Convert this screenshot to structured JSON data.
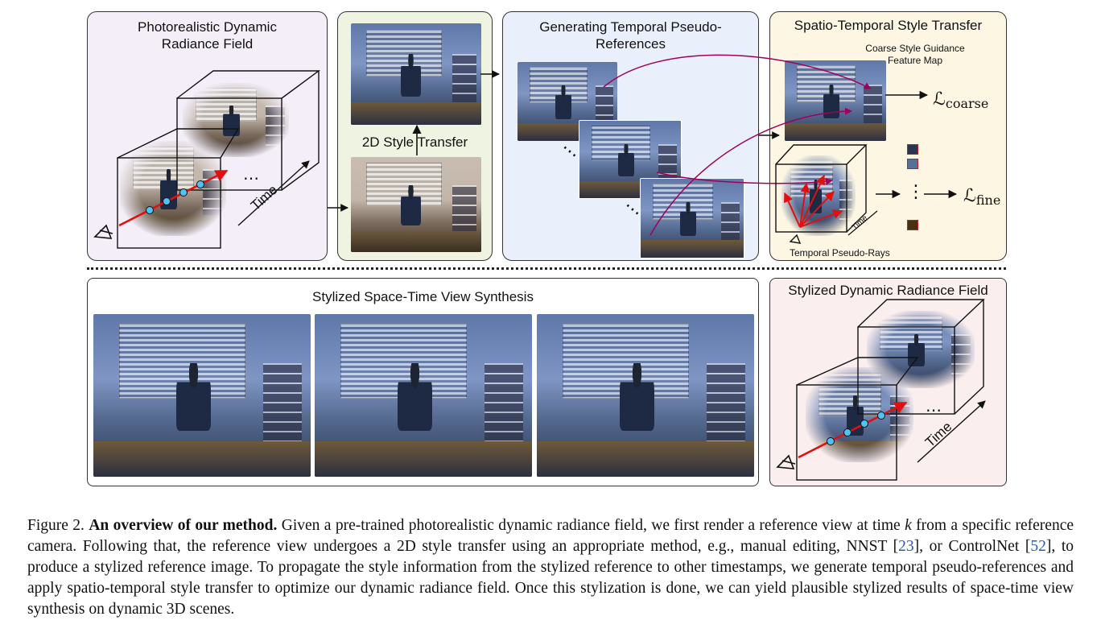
{
  "panels": {
    "p1_title": "Photorealistic Dynamic\nRadiance Field",
    "p2_label": "2D Style Transfer",
    "p3_title": "Generating Temporal Pseudo-\nReferences",
    "p4_title": "Spatio-Temporal Style Transfer",
    "p4_feature": "Coarse Style Guidance\nFeature Map",
    "p4_rays": "Temporal Pseudo-Rays",
    "loss_coarse_sym": "ℒ",
    "loss_coarse_sub": "coarse",
    "loss_fine_sym": "ℒ",
    "loss_fine_sub": "fine",
    "p5_title": "Stylized Space-Time View Synthesis",
    "p6_title": "Stylized Dynamic Radiance Field",
    "time_label": "Time",
    "time_label_small": "Time",
    "ellipsis": "⋯",
    "vdots": "⋮"
  },
  "colors": {
    "p1_bg": "#f3eef8",
    "p2_bg": "#eef3e2",
    "p3_bg": "#eaf0fb",
    "p4_bg": "#fdf6e3",
    "p6_bg": "#fbeeee",
    "ray": "#e01010",
    "sample": "#4fc3f7",
    "curve": "#a0005a"
  },
  "caption": {
    "fig": "Figure 2.",
    "lead": "An overview of our method.",
    "t1": "Given a pre-trained photorealistic dynamic radiance field, we first render a reference view at time",
    "k": "k",
    "t2": "from a specific reference camera. Following that, the reference view undergoes a 2D style transfer using an appropriate method, e.g., manual editing, NNST [",
    "ref1": "23",
    "t3": "], or ControlNet [",
    "ref2": "52",
    "t4": "], to produce a stylized reference image. To propagate the style information from the stylized reference to other timestamps, we generate temporal pseudo-references and apply spatio-temporal style transfer to optimize our dynamic radiance field. Once this stylization is done, we can yield plausible stylized results of space-time view synthesis on dynamic 3D scenes."
  }
}
